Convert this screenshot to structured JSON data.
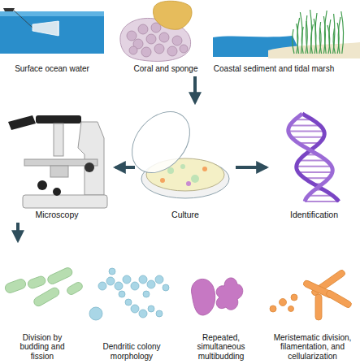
{
  "diagram": {
    "nodes": [
      {
        "text": [
          "Surface ocean water"
        ]
      },
      {
        "text": [
          "Coral and sponge"
        ]
      },
      {
        "text": [
          "Coastal sediment and tidal marsh"
        ]
      },
      {
        "text": [
          "Culture"
        ]
      },
      {
        "text": [
          "Microscopy"
        ]
      },
      {
        "text": [
          "Identification"
        ]
      },
      {
        "text": [
          "Division by budding and fission"
        ]
      },
      {
        "text": [
          "Dendritic colony morphology"
        ]
      },
      {
        "text": [
          "Repeated, simultaneous multibudding"
        ]
      },
      {
        "text": [
          "Meristematic division, filamentation, and cellularization"
        ]
      }
    ],
    "edges": [
      {
        "from": 1,
        "to": 3,
        "arrow": "to"
      },
      {
        "from": 3,
        "to": 4,
        "arrow": "to"
      },
      {
        "from": 3,
        "to": 5,
        "arrow": "to"
      },
      {
        "from": 4,
        "to": 6,
        "arrow": "to"
      }
    ]
  }
}
